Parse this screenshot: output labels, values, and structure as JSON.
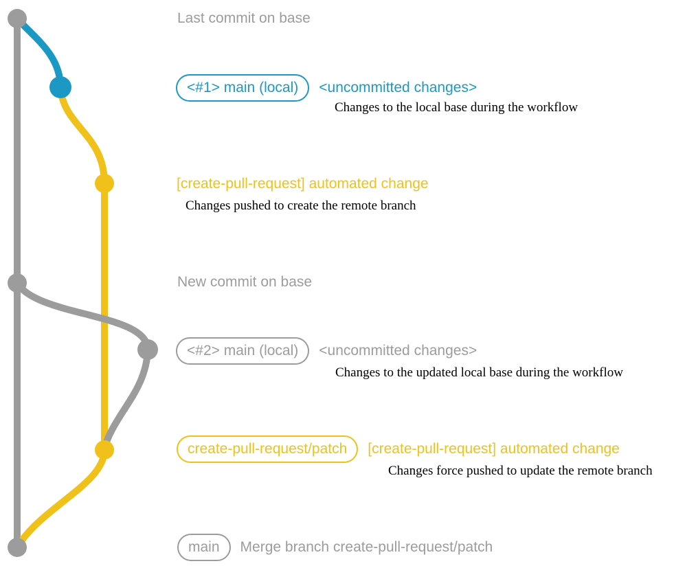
{
  "colors": {
    "gray": "#9c9c9c",
    "blue": "#1b99c4",
    "yellow": "#f0c11b",
    "text": "#000000",
    "background": "#ffffff"
  },
  "annotations": {
    "last_commit_label": "Last commit on base",
    "new_commit_label": "New commit on base",
    "local1": {
      "badge": "<#1> main (local)",
      "title": "<uncommitted changes>",
      "desc": "Changes to the local base during the workflow"
    },
    "push1": {
      "title": "[create-pull-request] automated change",
      "desc": "Changes pushed to create the remote branch"
    },
    "local2": {
      "badge": "<#2> main (local)",
      "title": "<uncommitted changes>",
      "desc": "Changes to the updated local base during the workflow"
    },
    "push2": {
      "badge": "create-pull-request/patch",
      "title": "[create-pull-request] automated change",
      "desc": "Changes force pushed to update the remote branch"
    },
    "merge": {
      "badge": "main",
      "title": "Merge branch create-pull-request/patch"
    }
  }
}
